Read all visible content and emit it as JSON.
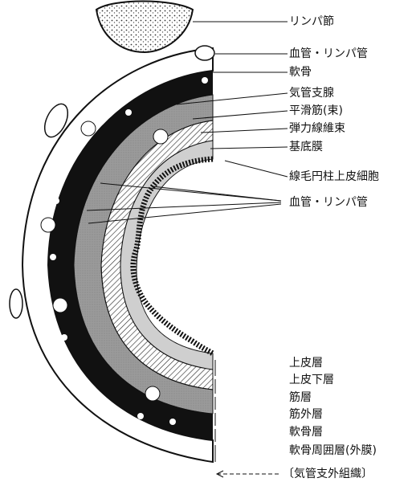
{
  "labels": {
    "lymph_node": "リンパ節",
    "vessel_top": "血管・リンパ管",
    "cartilage": "軟骨",
    "gland": "気管支腺",
    "smooth_muscle": "平滑筋(束)",
    "elastic": "弾力線維束",
    "basement": "基底膜",
    "ciliated": "線毛円柱上皮細胞",
    "vessel_mid": "血管・リンパ管",
    "layer_epithelium": "上皮層",
    "layer_subepithelium": "上皮下層",
    "layer_muscle": "筋層",
    "layer_outer_muscle": "筋外層",
    "layer_cartilage": "軟骨層",
    "layer_adventitia": "軟骨周囲層(外膜)",
    "outer_tissue": "〔気管支外組織〕"
  }
}
